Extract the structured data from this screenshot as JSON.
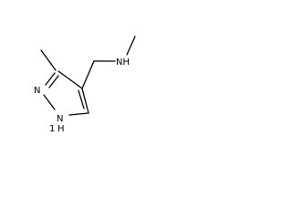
{
  "structure": {
    "atoms": {
      "amine_nh": "NH",
      "ring_n": "N",
      "ring_nh": "N",
      "ring_h": "H",
      "ring_h_digit": "1"
    }
  },
  "colors": {
    "background": "#ffffff",
    "ink": "#000000"
  }
}
